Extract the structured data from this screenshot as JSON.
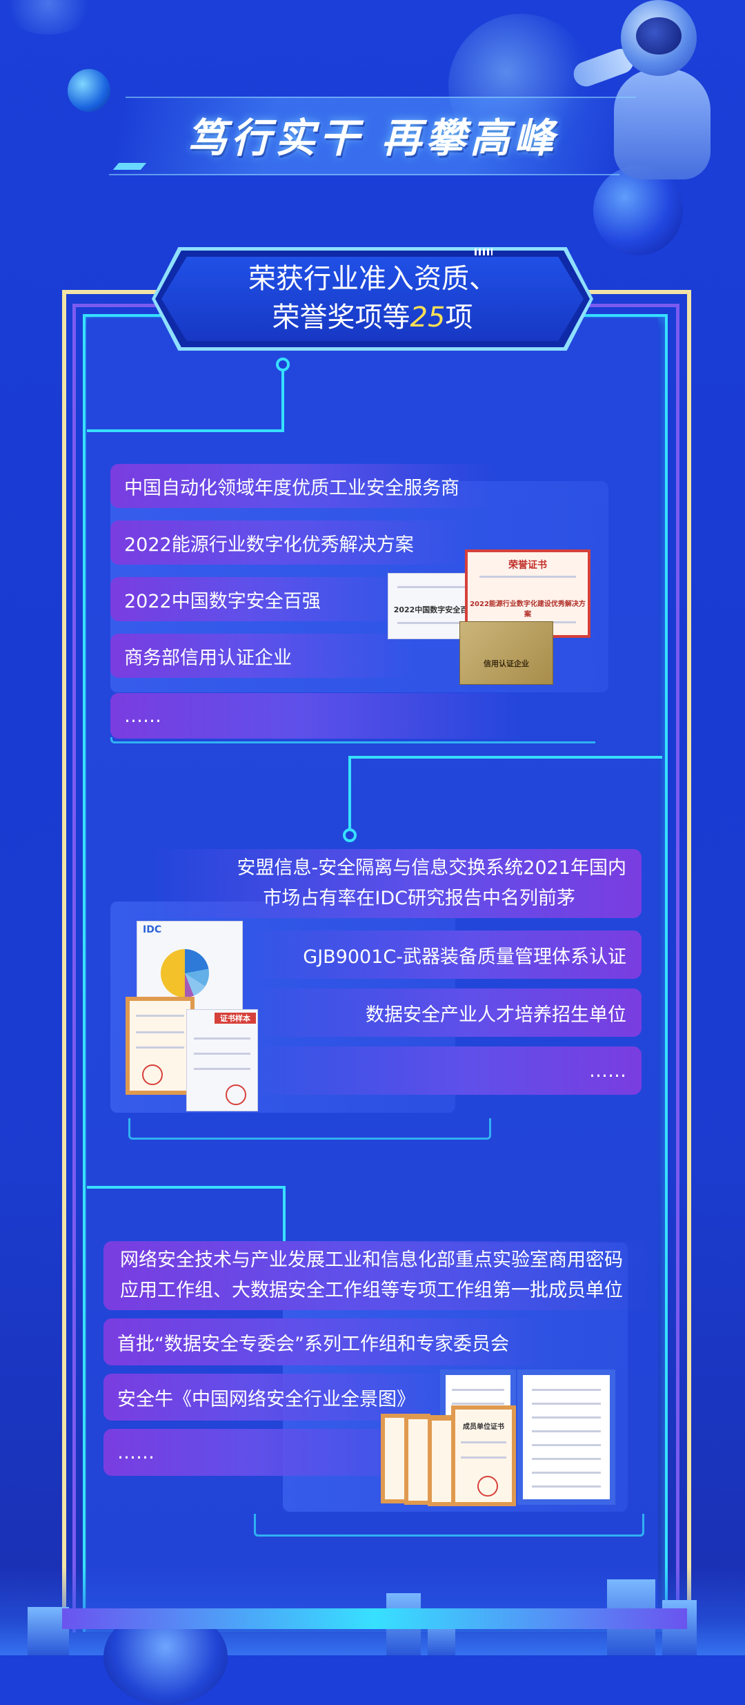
{
  "banner": {
    "title": "笃行实干 再攀高峰"
  },
  "header": {
    "line1": "荣获行业准入资质、",
    "line2_prefix": "荣誉奖项等",
    "count": "25",
    "line2_suffix": "项"
  },
  "section1": {
    "items": [
      "中国自动化领域年度优质工业安全服务商",
      "2022能源行业数字化优秀解决方案",
      "2022中国数字安全百强",
      "商务部信用认证企业",
      "……"
    ],
    "cert_red_title": "荣誉证书",
    "cert_red_body": "2022能源行业数字化建设优秀解决方案",
    "cert_white_body": "2022中国数字安全百强",
    "cert_gold_body": "信用认证企业"
  },
  "section2": {
    "item1_line1": "安盟信息-安全隔离与信息交换系统2021年国内",
    "item1_line2": "市场占有率在IDC研究报告中名列前茅",
    "items": [
      "GJB9001C-武器装备质量管理体系认证",
      "数据安全产业人才培养招生单位",
      "……"
    ],
    "idc_logo": "IDC",
    "cert_stamp": "证书样本"
  },
  "section3": {
    "item1_line1": "网络安全技术与产业发展工业和信息化部重点实验室商用密码",
    "item1_line2": "应用工作组、大数据安全工作组等专项工作组第一批成员单位",
    "items": [
      "首批“数据安全专委会”系列工作组和专家委员会",
      "安全牛《中国网络安全行业全景图》",
      "……"
    ],
    "cert_title": "成员单位证书"
  },
  "colors": {
    "accent_cyan": "#37e0ff",
    "frame_gold": "#f2e4a6",
    "frame_purple": "#7b5cf0",
    "highlight_yellow": "#ffe055",
    "pill_purple": "#7a3de0"
  }
}
